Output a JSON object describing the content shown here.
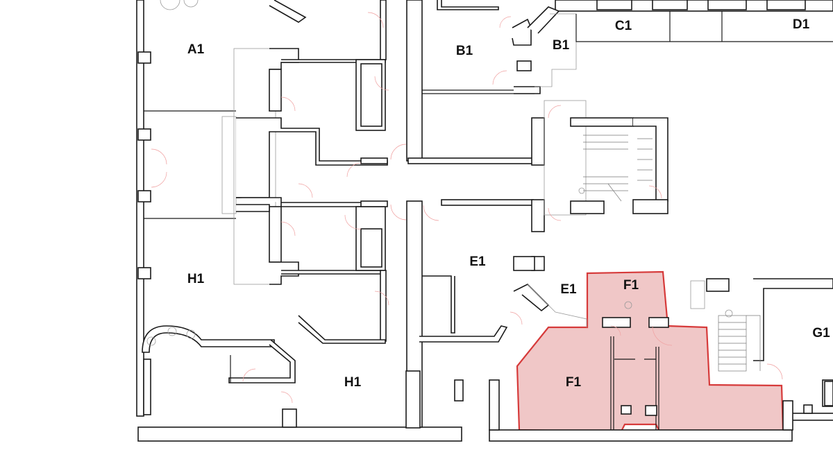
{
  "rooms": {
    "a1": "A1",
    "b1_main": "B1",
    "b1_small": "B1",
    "c1": "C1",
    "d1": "D1",
    "e1_main": "E1",
    "e1_small": "E1",
    "f1_top": "F1",
    "f1_main": "F1",
    "g1": "G1",
    "h1_left": "H1",
    "h1_bottom": "H1"
  },
  "highlight": {
    "unit": "F1",
    "fill_color": "#cd4646",
    "stroke_color": "#d63a3a"
  }
}
